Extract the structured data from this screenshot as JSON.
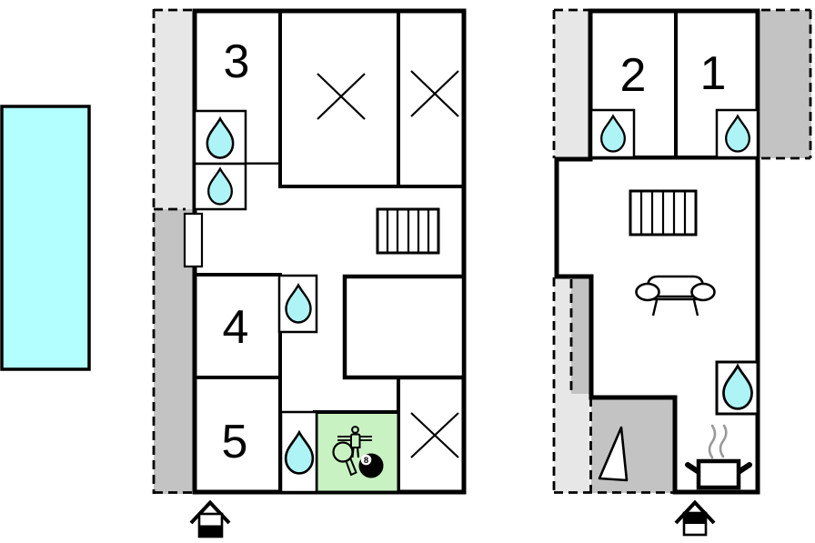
{
  "document": {
    "type": "holiday-home floor plan",
    "background": "#ffffff"
  },
  "colors": {
    "pool": "#b3ffff",
    "water_drop": "#aef4f6",
    "game_room": "#c9f2c2",
    "gray_light": "#e7e7e7",
    "gray_dark": "#c3c3c3",
    "steam": "#999999",
    "wall": "#000000"
  },
  "buildings": {
    "left": {
      "rooms": [
        {
          "label": "3"
        },
        {
          "label": "4"
        },
        {
          "label": "5"
        }
      ]
    },
    "right": {
      "rooms": [
        {
          "label": "1"
        },
        {
          "label": "2"
        }
      ]
    }
  },
  "game_room": {
    "eight_ball_label": "8"
  },
  "icons": {
    "shower": "water-drop-icon",
    "bed_area": "x-mark-icon",
    "heater": "radiator-icon",
    "living": "sofa-icon",
    "kitchen": "cooking-pot-icon",
    "games": [
      "foosball-player-icon",
      "table-tennis-paddle-icon",
      "billiard-8-ball-icon"
    ],
    "entrance": "entrance-arrow-icon",
    "terrace": "triangle-marker-icon"
  }
}
